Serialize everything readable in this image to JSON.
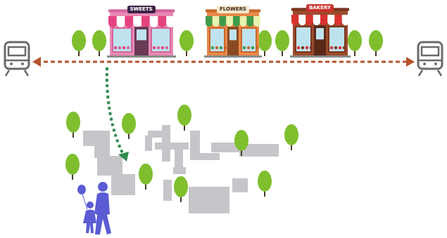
{
  "diagram": {
    "nodes": [
      {
        "text": [
          "SWEETS"
        ]
      },
      {
        "text": [
          "FLOWERS"
        ]
      },
      {
        "text": [
          "BAKERY"
        ]
      }
    ]
  }
}
